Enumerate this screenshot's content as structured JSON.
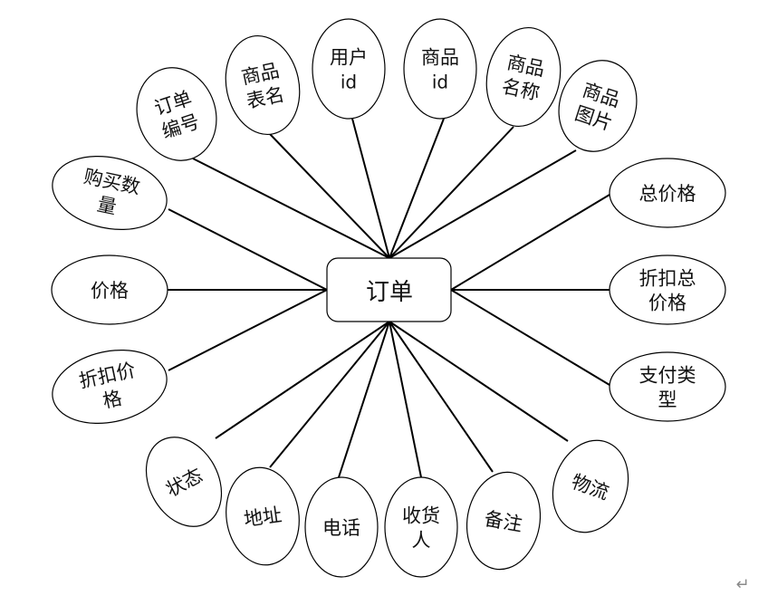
{
  "entity": {
    "label": "订单"
  },
  "attributes": [
    {
      "id": "order-number",
      "lines": [
        "订单",
        "编号"
      ]
    },
    {
      "id": "product-table-name",
      "lines": [
        "商品",
        "表名"
      ]
    },
    {
      "id": "user-id",
      "lines": [
        "用户",
        "id"
      ]
    },
    {
      "id": "product-id",
      "lines": [
        "商品",
        "id"
      ]
    },
    {
      "id": "product-name",
      "lines": [
        "商品",
        "名称"
      ]
    },
    {
      "id": "product-image",
      "lines": [
        "商品",
        "图片"
      ]
    },
    {
      "id": "purchase-quantity",
      "lines": [
        "购买数",
        "量"
      ]
    },
    {
      "id": "price",
      "lines": [
        "价格"
      ]
    },
    {
      "id": "discount-price",
      "lines": [
        "折扣价",
        "格"
      ]
    },
    {
      "id": "status",
      "lines": [
        "状态"
      ]
    },
    {
      "id": "address",
      "lines": [
        "地址"
      ]
    },
    {
      "id": "phone",
      "lines": [
        "电话"
      ]
    },
    {
      "id": "recipient",
      "lines": [
        "收货",
        "人"
      ]
    },
    {
      "id": "remark",
      "lines": [
        "备注"
      ]
    },
    {
      "id": "logistics",
      "lines": [
        "物流"
      ]
    },
    {
      "id": "total-price",
      "lines": [
        "总价格"
      ]
    },
    {
      "id": "discount-total-price",
      "lines": [
        "折扣总",
        "价格"
      ]
    },
    {
      "id": "payment-type",
      "lines": [
        "支付类",
        "型"
      ]
    }
  ],
  "paragraph_mark": "↵",
  "colors": {
    "stroke": "#000000",
    "entity_fill": "#ffffff",
    "ellipse_fill": "#ffffff"
  }
}
